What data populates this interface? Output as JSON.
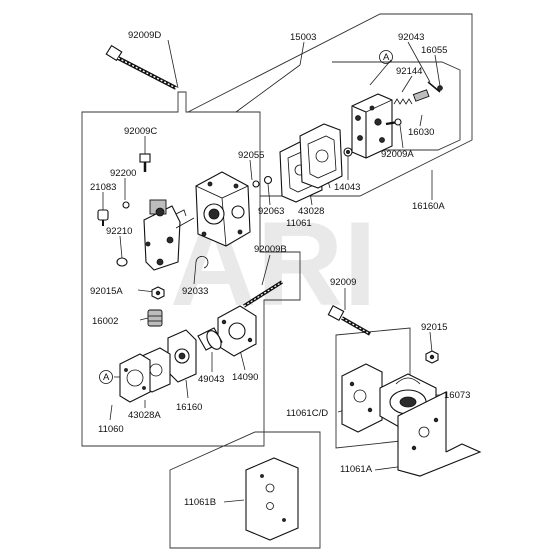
{
  "watermark": "ARI",
  "labels": {
    "l92009D": "92009D",
    "l15003": "15003",
    "l92043": "92043",
    "l16055": "16055",
    "lA1": "A",
    "l92144": "92144",
    "l16030": "16030",
    "l92009A": "92009A",
    "l14043": "14043",
    "l16160A": "16160A",
    "l92009C": "92009C",
    "l92055": "92055",
    "l92200": "92200",
    "l21083": "21083",
    "l92063": "92063",
    "l43028": "43028",
    "l11061": "11061",
    "l92210": "92210",
    "l92009B": "92009B",
    "l92015A": "92015A",
    "l92033": "92033",
    "l92009": "92009",
    "l16002": "16002",
    "l92015": "92015",
    "lA2": "A",
    "l49043": "49043",
    "l14090": "14090",
    "l16073": "16073",
    "l16160": "16160",
    "l43028A": "43028A",
    "l11060": "11060",
    "l11061CD": "11061C/D",
    "l11061A": "11061A",
    "l11061B": "11061B"
  }
}
